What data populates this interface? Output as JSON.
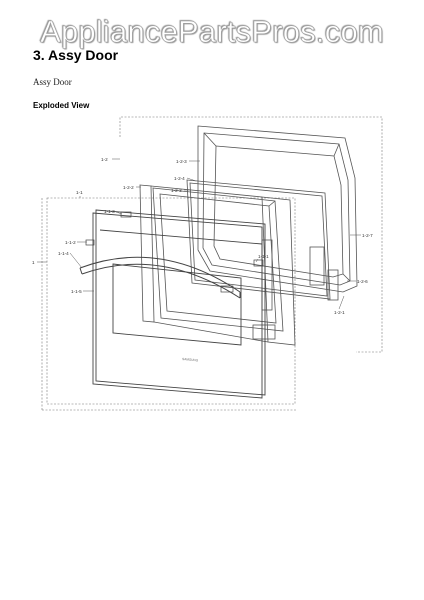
{
  "watermark": "AppliancePartsPros.com",
  "section": {
    "title": "3.  Assy Door",
    "subtitle": "Assy Door",
    "view_label": "Exploded View"
  },
  "diagram": {
    "part_labels": [
      "1-2",
      "1-1",
      "1",
      "1-2-3",
      "1-2-4",
      "1-2-2",
      "1-2-3",
      "1-1-3",
      "1-1-2",
      "1-1-4",
      "1-1-5",
      "1-1-1",
      "1-2-7",
      "1-2-6",
      "1-2-1"
    ],
    "brand_mark": "SAMSUNG"
  },
  "colors": {
    "line": "#555555",
    "dash": "#777777",
    "text": "#000000"
  }
}
